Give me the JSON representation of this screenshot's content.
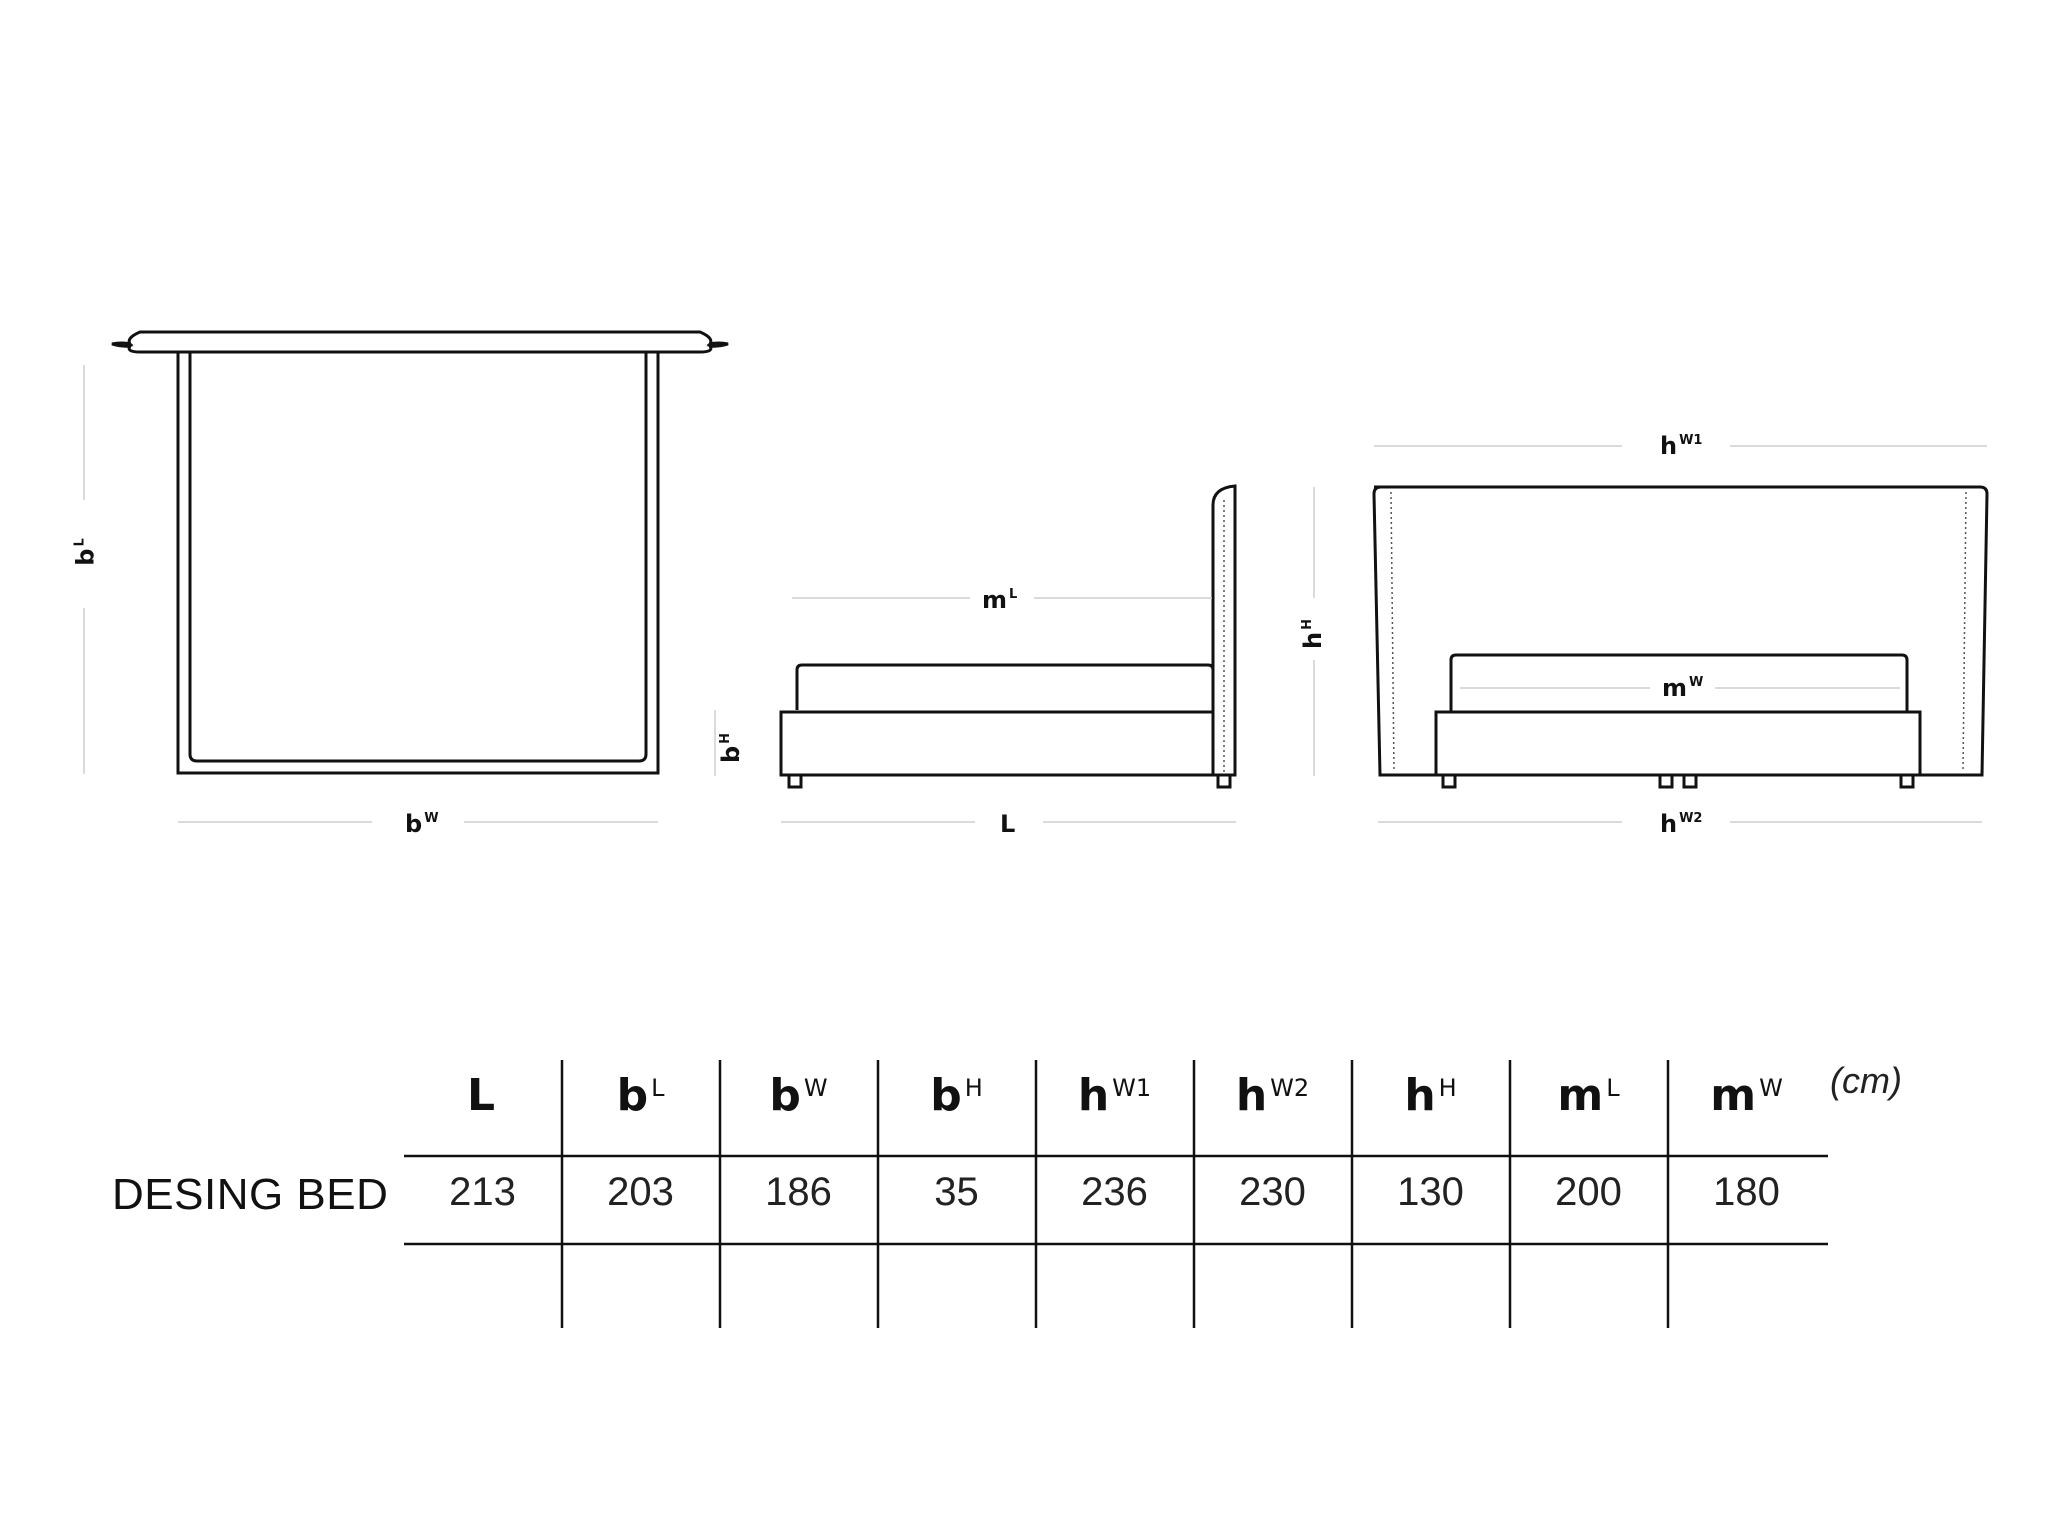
{
  "labels": {
    "top_view_depth": {
      "base": "b",
      "sup": "L"
    },
    "top_view_width": {
      "base": "b",
      "sup": "W"
    },
    "side_mattress_length": {
      "base": "m",
      "sup": "L"
    },
    "side_base_height": {
      "base": "b",
      "sup": "H"
    },
    "side_length": {
      "base": "L",
      "sup": ""
    },
    "front_headboard_top_width": {
      "base": "h",
      "sup": "W1"
    },
    "front_headboard_height": {
      "base": "h",
      "sup": "H"
    },
    "front_mattress_width": {
      "base": "m",
      "sup": "W"
    },
    "front_headboard_bottom_width": {
      "base": "h",
      "sup": "W2"
    }
  },
  "table": {
    "unit": "(cm)",
    "headers": [
      {
        "base": "L",
        "sup": ""
      },
      {
        "base": "b",
        "sup": "L"
      },
      {
        "base": "b",
        "sup": "W"
      },
      {
        "base": "b",
        "sup": "H"
      },
      {
        "base": "h",
        "sup": "W1"
      },
      {
        "base": "h",
        "sup": "W2"
      },
      {
        "base": "h",
        "sup": "H"
      },
      {
        "base": "m",
        "sup": "L"
      },
      {
        "base": "m",
        "sup": "W"
      }
    ],
    "row_label": "DESING BED",
    "values": [
      "213",
      "203",
      "186",
      "35",
      "236",
      "230",
      "130",
      "200",
      "180"
    ]
  }
}
